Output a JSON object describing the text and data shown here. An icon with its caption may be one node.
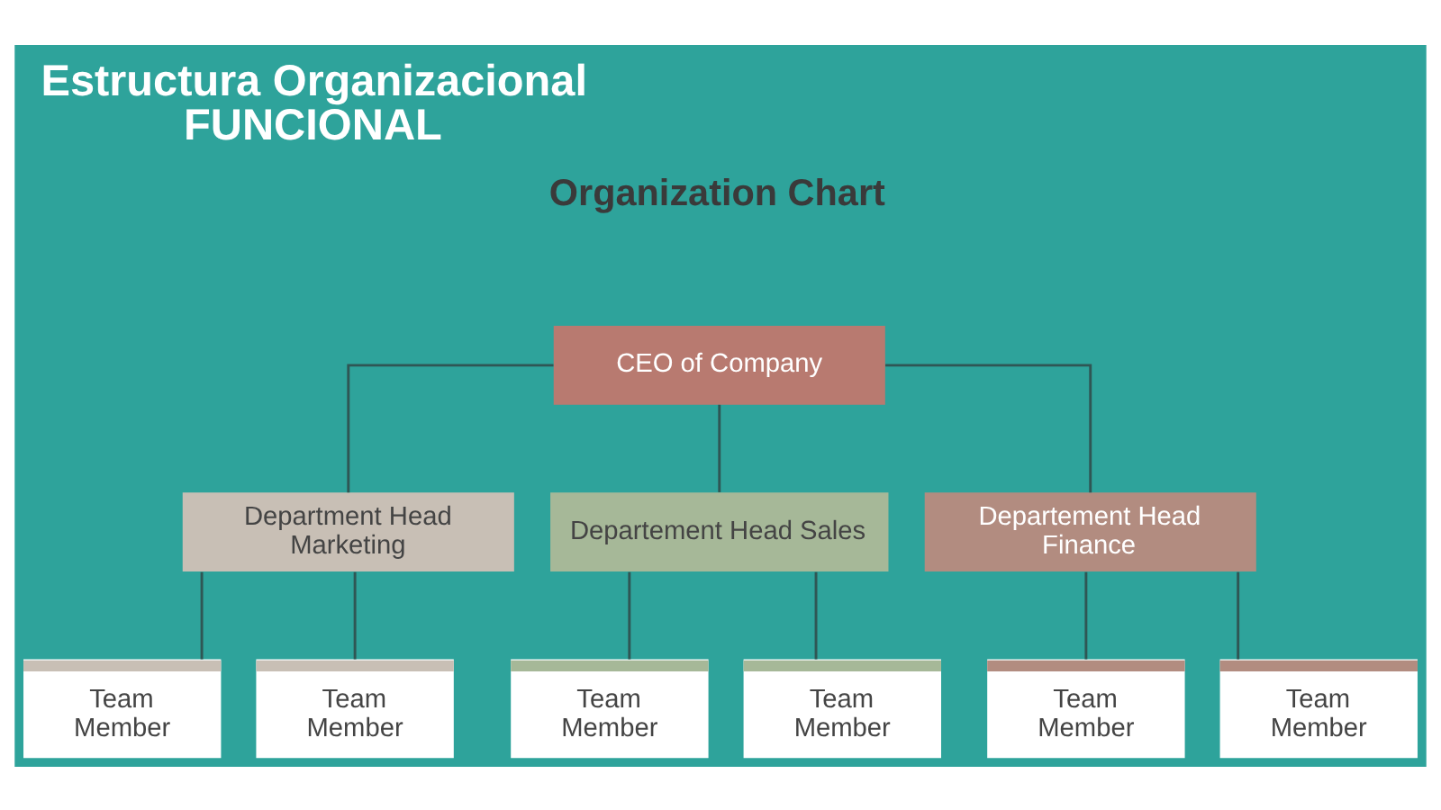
{
  "diagram": {
    "title": "Estructura Organizacional FUNCIONAL",
    "nodes": [
      {
        "text": [
          "CEO of Company"
        ]
      },
      {
        "text": [
          "Department Head Marketing"
        ]
      },
      {
        "text": [
          "Departement Head Sales"
        ]
      },
      {
        "text": [
          "Departement Head Finance"
        ]
      },
      {
        "text": [
          "Team Member"
        ]
      },
      {
        "text": [
          "Team Member"
        ]
      },
      {
        "text": [
          "Team Member"
        ]
      },
      {
        "text": [
          "Team Member"
        ]
      },
      {
        "text": [
          "Team Member"
        ]
      },
      {
        "text": [
          "Team Member"
        ]
      }
    ],
    "edges": [
      {
        "from": 0,
        "to": 1,
        "arrow": "none"
      },
      {
        "from": 0,
        "to": 2,
        "arrow": "none"
      },
      {
        "from": 0,
        "to": 3,
        "arrow": "none"
      },
      {
        "from": 1,
        "to": 4,
        "arrow": "none"
      },
      {
        "from": 1,
        "to": 5,
        "arrow": "none"
      },
      {
        "from": 2,
        "to": 6,
        "arrow": "none"
      },
      {
        "from": 2,
        "to": 7,
        "arrow": "none"
      },
      {
        "from": 3,
        "to": 8,
        "arrow": "none"
      },
      {
        "from": 3,
        "to": 9,
        "arrow": "none"
      }
    ],
    "labels": [
      "Organization Chart"
    ]
  }
}
